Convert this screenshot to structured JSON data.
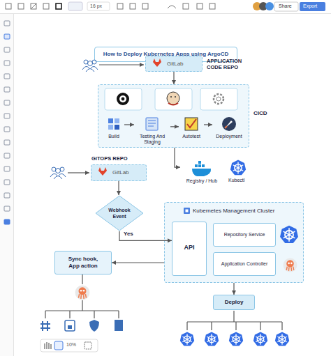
{
  "diagram": {
    "title": "How to Deploy Kubernetes Apps using ArgoCD",
    "nodes": [
      {
        "text": [
          "GitLab",
          "APPLICATION CODE REPO"
        ]
      },
      {
        "text": [
          "CICD"
        ]
      },
      {
        "text": [
          "Build"
        ],
        "in": 1
      },
      {
        "text": [
          "Testing And Staging"
        ],
        "in": 1
      },
      {
        "text": [
          "Autotest"
        ],
        "in": 1
      },
      {
        "text": [
          "Deployment"
        ],
        "in": 1
      },
      {
        "text": [
          "Registry / Hub"
        ]
      },
      {
        "text": [
          "GITOPS REPO",
          "GitLab"
        ]
      },
      {
        "text": [
          "Webhook Event"
        ]
      },
      {
        "text": [
          "Kubernetes Management Cluster"
        ]
      },
      {
        "text": [
          "API"
        ],
        "in": 9
      },
      {
        "text": [
          "Repository Service"
        ],
        "in": 9
      },
      {
        "text": [
          "Application Controller"
        ],
        "in": 9
      },
      {
        "text": [
          "Sync hook, App action"
        ]
      },
      {
        "text": [
          "Deploy"
        ]
      }
    ],
    "edges": [
      {
        "from": 0,
        "to": 1,
        "arrow": "to"
      },
      {
        "from": 2,
        "to": 3,
        "arrow": "to"
      },
      {
        "from": 3,
        "to": 4,
        "arrow": "to"
      },
      {
        "from": 4,
        "to": 5,
        "arrow": "to"
      },
      {
        "from": 1,
        "to": 6,
        "arrow": "to"
      },
      {
        "from": 7,
        "to": 8,
        "arrow": "to"
      },
      {
        "from": 8,
        "to": 10,
        "label": "Yes",
        "arrow": "to"
      },
      {
        "from": 9,
        "to": 13,
        "arrow": "to"
      },
      {
        "from": 9,
        "to": 14,
        "arrow": "to"
      }
    ],
    "labels": [
      "16 px",
      "Share",
      "Export",
      "Kubectl",
      "10%"
    ]
  }
}
